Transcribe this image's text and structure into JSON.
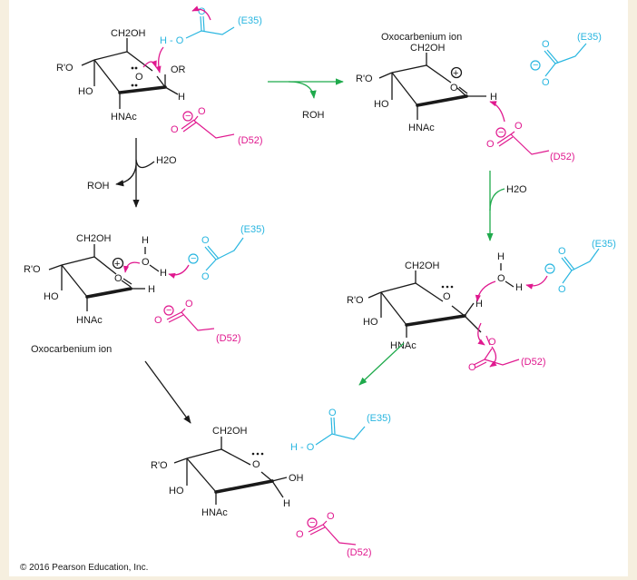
{
  "labels": {
    "E35": "(E35)",
    "D52": "(D52)",
    "ROH": "ROH",
    "H2O": "H2O",
    "oxo": "Oxocarbenium ion",
    "ch2oh": "CH2OH",
    "rprime_o": "R'O",
    "ho": "HO",
    "hnac": "HNAc",
    "o": "O",
    "or": "OR",
    "oh": "OH",
    "h": "H",
    "ho_dash": "H - O",
    "o_dash_h": "O - H",
    "plus": "+",
    "minus": "−"
  },
  "copyright": "© 2016 Pearson Education, Inc.",
  "colors": {
    "e35": "#29b6e0",
    "d52": "#e0198f",
    "forward_arrow": "#1faa4c",
    "black": "#1a1a1a",
    "frame": "#f6efdf"
  }
}
